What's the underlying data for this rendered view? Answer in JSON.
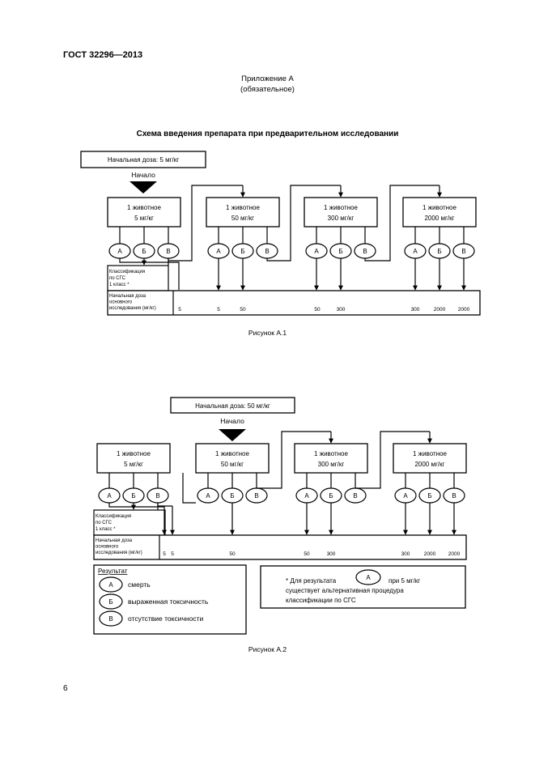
{
  "header": {
    "standard": "ГОСТ 32296—2013"
  },
  "appendix": {
    "title": "Приложение А",
    "subtitle": "(обязательное)"
  },
  "scheme_title": "Схема введения препарата при предварительном исследовании",
  "figure1": {
    "start_dose": "Начальная доза: 5 мг/кг",
    "start": "Начало",
    "boxes": [
      {
        "line1": "1 животное",
        "line2": "5 мг/кг"
      },
      {
        "line1": "1 животное",
        "line2": "50 мг/кг"
      },
      {
        "line1": "1 животное",
        "line2": "300 мг/кг"
      },
      {
        "line1": "1 животное",
        "line2": "2000 мг/кг"
      }
    ],
    "class_label": [
      "Классификация",
      "по СГС",
      "1 класс *"
    ],
    "dose_label": [
      "Начальная доза",
      "основного",
      "исследования (мг/кг)"
    ],
    "doses": [
      "5",
      "5",
      "50",
      "50",
      "300",
      "300",
      "2000",
      "2000"
    ],
    "caption": "Рисунок А.1"
  },
  "figure2": {
    "start_dose": "Начальная доза: 50 мг/кг",
    "start": "Начало",
    "boxes": [
      {
        "line1": "1 животное",
        "line2": "5 мг/кг"
      },
      {
        "line1": "1 животное",
        "line2": "50 мг/кг"
      },
      {
        "line1": "1 животное",
        "line2": "300 мг/кг"
      },
      {
        "line1": "1 животное",
        "line2": "2000 мг/кг"
      }
    ],
    "class_label": [
      "Классификация",
      "по СГС",
      "1 класс *"
    ],
    "dose_label": [
      "Начальная доза",
      "основного",
      "исследования (мг/кг)"
    ],
    "doses": [
      "5",
      "5",
      "50",
      "50",
      "300",
      "300",
      "2000",
      "2000"
    ],
    "caption": "Рисунок А.2"
  },
  "outcomes": [
    "А",
    "Б",
    "В"
  ],
  "legend": {
    "title": "Результат",
    "items": [
      {
        "key": "А",
        "text": "смерть"
      },
      {
        "key": "Б",
        "text": "выраженная токсичность"
      },
      {
        "key": "В",
        "text": "отсутствие токсичности"
      }
    ]
  },
  "note": {
    "prefix": "* Для результата",
    "key": "А",
    "suffix": "при 5 мг/кг",
    "line2": "существует альтернативная процедура",
    "line3": "классификации по СГС"
  },
  "page_number": "6"
}
